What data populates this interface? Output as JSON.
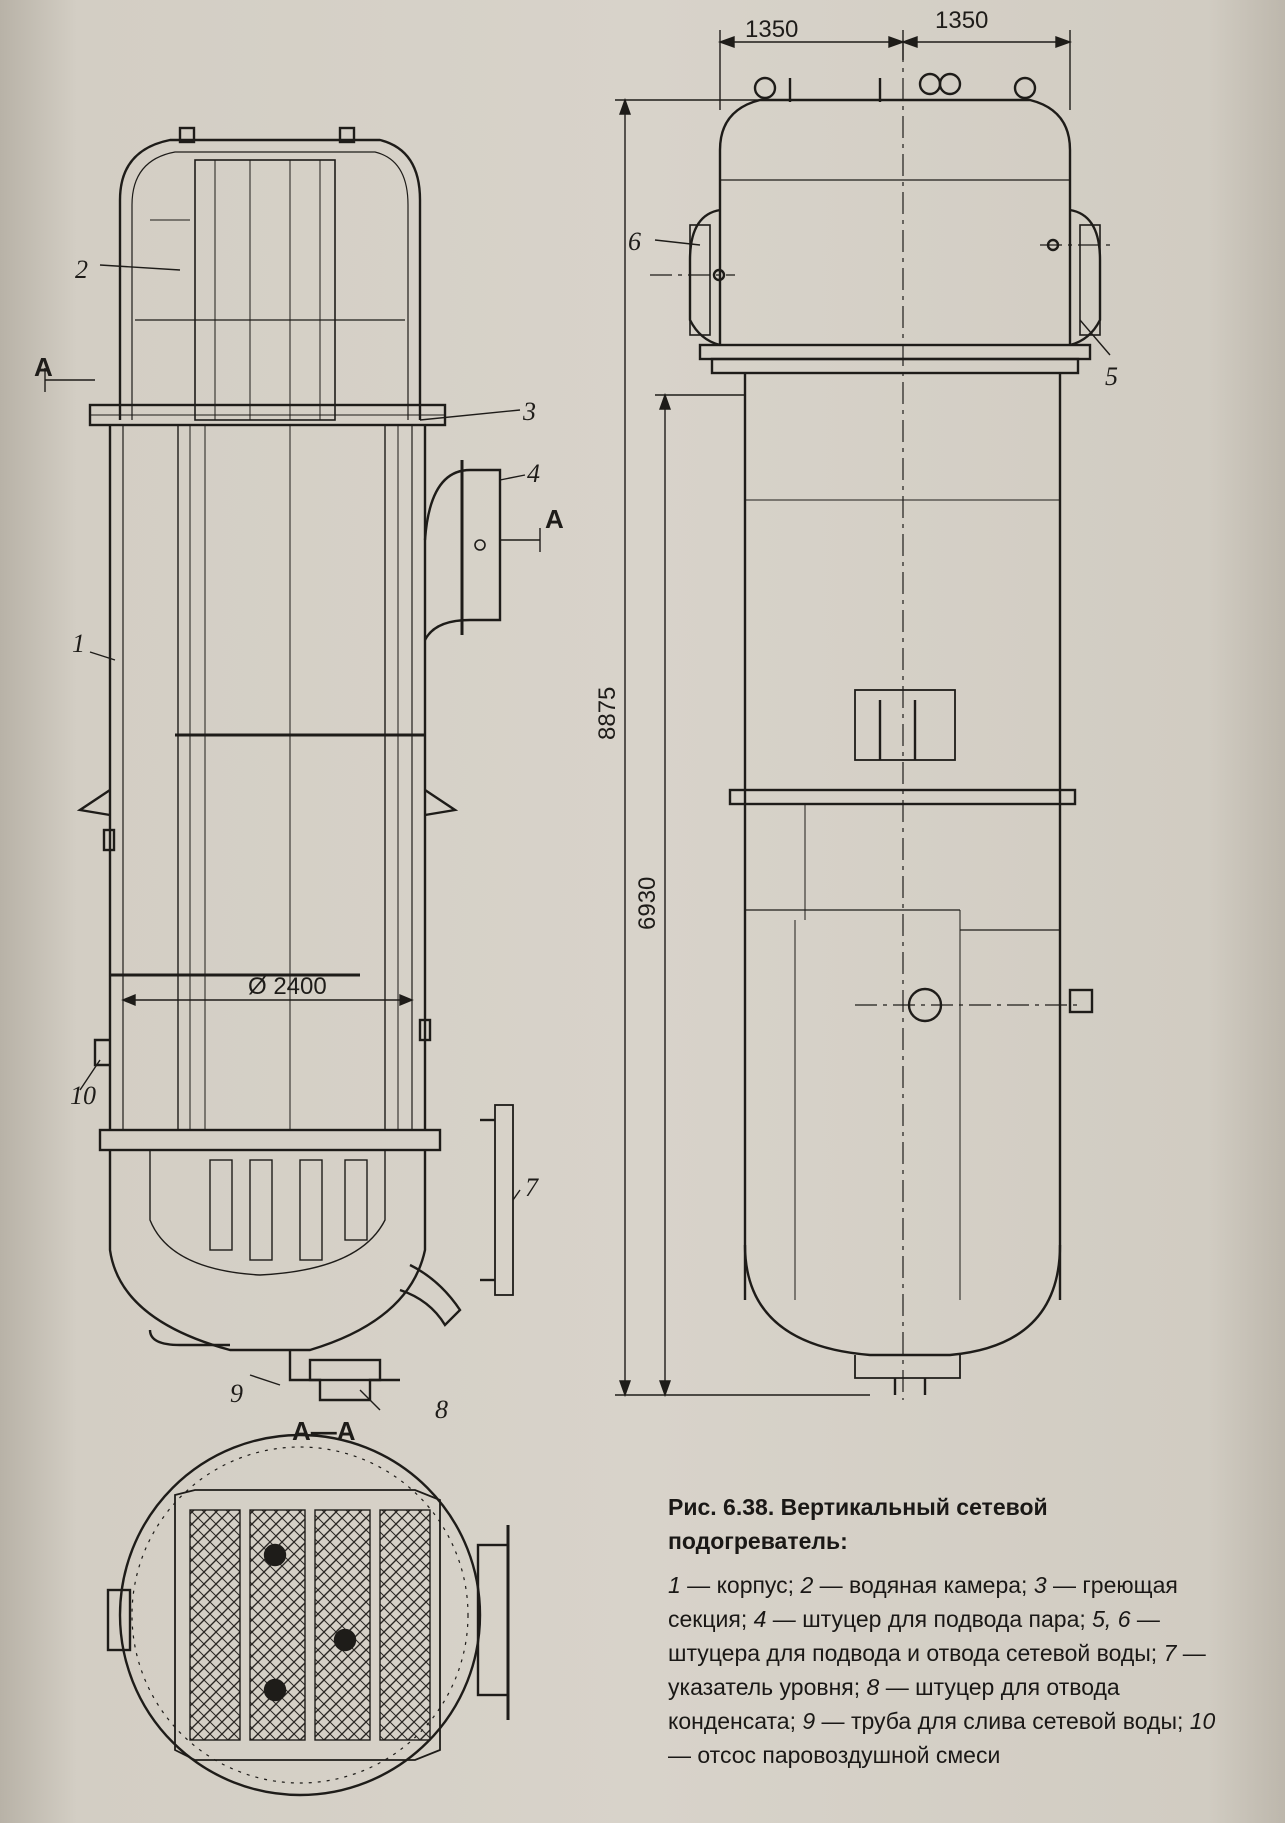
{
  "figure": {
    "label": "Рис. 6.38.",
    "title": "Вертикальный сетевой подогреватель:",
    "legend": [
      {
        "num": "1",
        "text": "корпус;"
      },
      {
        "num": "2",
        "text": "водяная камера;"
      },
      {
        "num": "3",
        "text": "греющая секция;"
      },
      {
        "num": "4",
        "text": "штуцер для подвода пара;"
      },
      {
        "num": "5, 6",
        "text": "штуцера для подвода и отвода сетевой воды;"
      },
      {
        "num": "7",
        "text": "указатель уровня;"
      },
      {
        "num": "8",
        "text": "штуцер для отвода конденсата;"
      },
      {
        "num": "9",
        "text": "труба для слива сетевой воды;"
      },
      {
        "num": "10",
        "text": "отсос паровоздушной смеси"
      }
    ]
  },
  "callouts": {
    "n1": "1",
    "n2": "2",
    "n3": "3",
    "n4": "4",
    "n5": "5",
    "n6": "6",
    "n7": "7",
    "n8": "8",
    "n9": "9",
    "n10": "10"
  },
  "dimensions": {
    "width_left": "1350",
    "width_right": "1350",
    "height_total": "8875",
    "height_body": "6930",
    "diameter": "Ø 2400"
  },
  "section": {
    "marker_left": "A",
    "marker_right": "A",
    "title": "A—A"
  }
}
